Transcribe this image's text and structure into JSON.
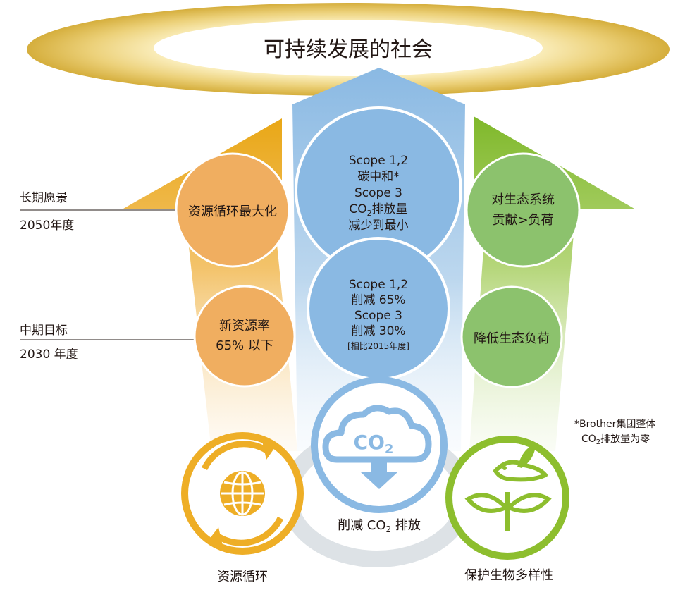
{
  "title": "可持续发展的社会",
  "timeline": {
    "long_term": {
      "label": "长期愿景",
      "year": "2050年度"
    },
    "mid_term": {
      "label": "中期目标",
      "year": "2030 年度"
    }
  },
  "pillars": {
    "resource": {
      "goal_2050": "资源循环最大化",
      "goal_2030": [
        "新资源率",
        "65% 以下"
      ],
      "name": "资源循环",
      "icon": "globe-recycle-icon",
      "color": "#e8a91e"
    },
    "co2": {
      "goal_2050": [
        "Scope 1,2",
        "碳中和*",
        "Scope 3",
        "CO",
        "2",
        "排放量",
        "减少到最小"
      ],
      "goal_2030": [
        "Scope 1,2",
        "削减 65%",
        "Scope 3",
        "削减 30%",
        "[相比2015年度]"
      ],
      "name": [
        "削减 CO",
        "2",
        " 排放"
      ],
      "icon": "co2-cloud-icon",
      "icon_text": [
        "CO",
        "2"
      ],
      "color": "#8ec1e6"
    },
    "biodiversity": {
      "goal_2050": [
        "对生态系统",
        "贡献>负荷"
      ],
      "goal_2030": "降低生态负荷",
      "name": "保护生物多样性",
      "icon": "bird-sprout-icon",
      "color": "#8dbe2e"
    }
  },
  "footnote": [
    "*Brother集团整体",
    "CO",
    "2",
    "排放量为零"
  ]
}
